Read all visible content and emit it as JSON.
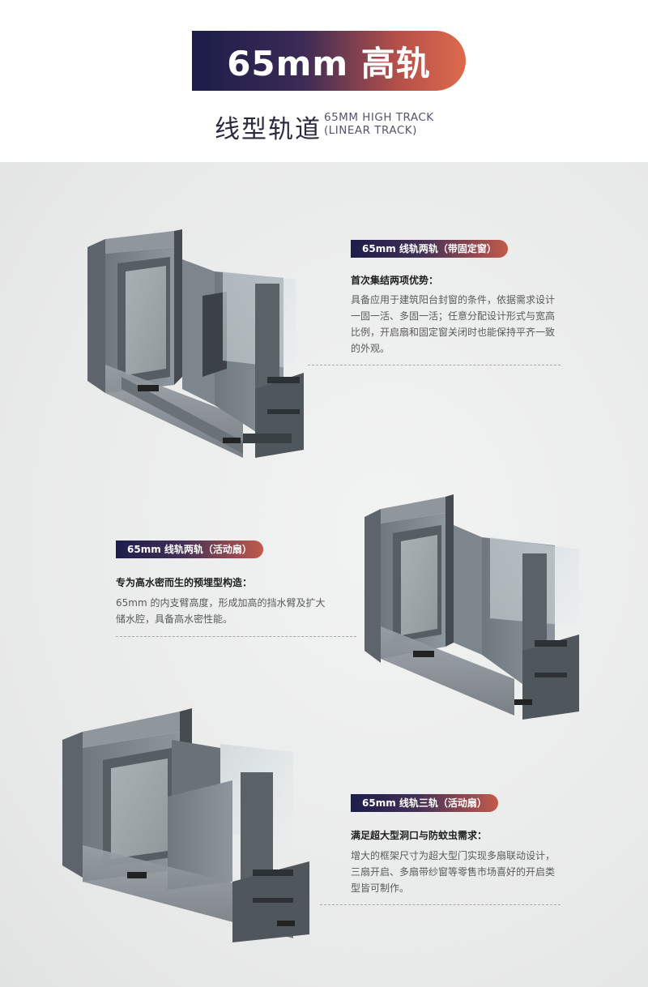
{
  "header": {
    "title": "65mm 高轨",
    "subtitle_cn": "线型轨道",
    "subtitle_en_line1": "65MM HIGH TRACK",
    "subtitle_en_line2": "(LINEAR TRACK)"
  },
  "sections": [
    {
      "tag": "65mm 线轨两轨（带固定窗）",
      "heading": "首次集结两项优势：",
      "lines": [
        "具备应用于建筑阳台封窗的条件，依据需求设计",
        "一固一活、多固一活；任意分配设计形式与宽高",
        "比例，开启扇和固定窗关闭时也能保持平齐一致",
        "的外观。"
      ]
    },
    {
      "tag": "65mm 线轨两轨（活动扇）",
      "heading": "专为高水密而生的预埋型构造：",
      "lines": [
        "65mm 的内支臂高度，形成加高的挡水臂及扩大",
        "储水腔，具备高水密性能。"
      ]
    },
    {
      "tag": "65mm 线轨三轨（活动扇）",
      "heading": "满足超大型洞口与防蚊虫需求：",
      "lines": [
        "增大的框架尺寸为超大型门实现多扇联动设计，",
        "三扇开启、多扇带纱窗等零售市场喜好的开启类",
        "型皆可制作。"
      ]
    }
  ],
  "colors": {
    "gradient_start": "#1c1d4a",
    "gradient_end": "#dd6a4c",
    "profile_gray": "#7d858d"
  }
}
